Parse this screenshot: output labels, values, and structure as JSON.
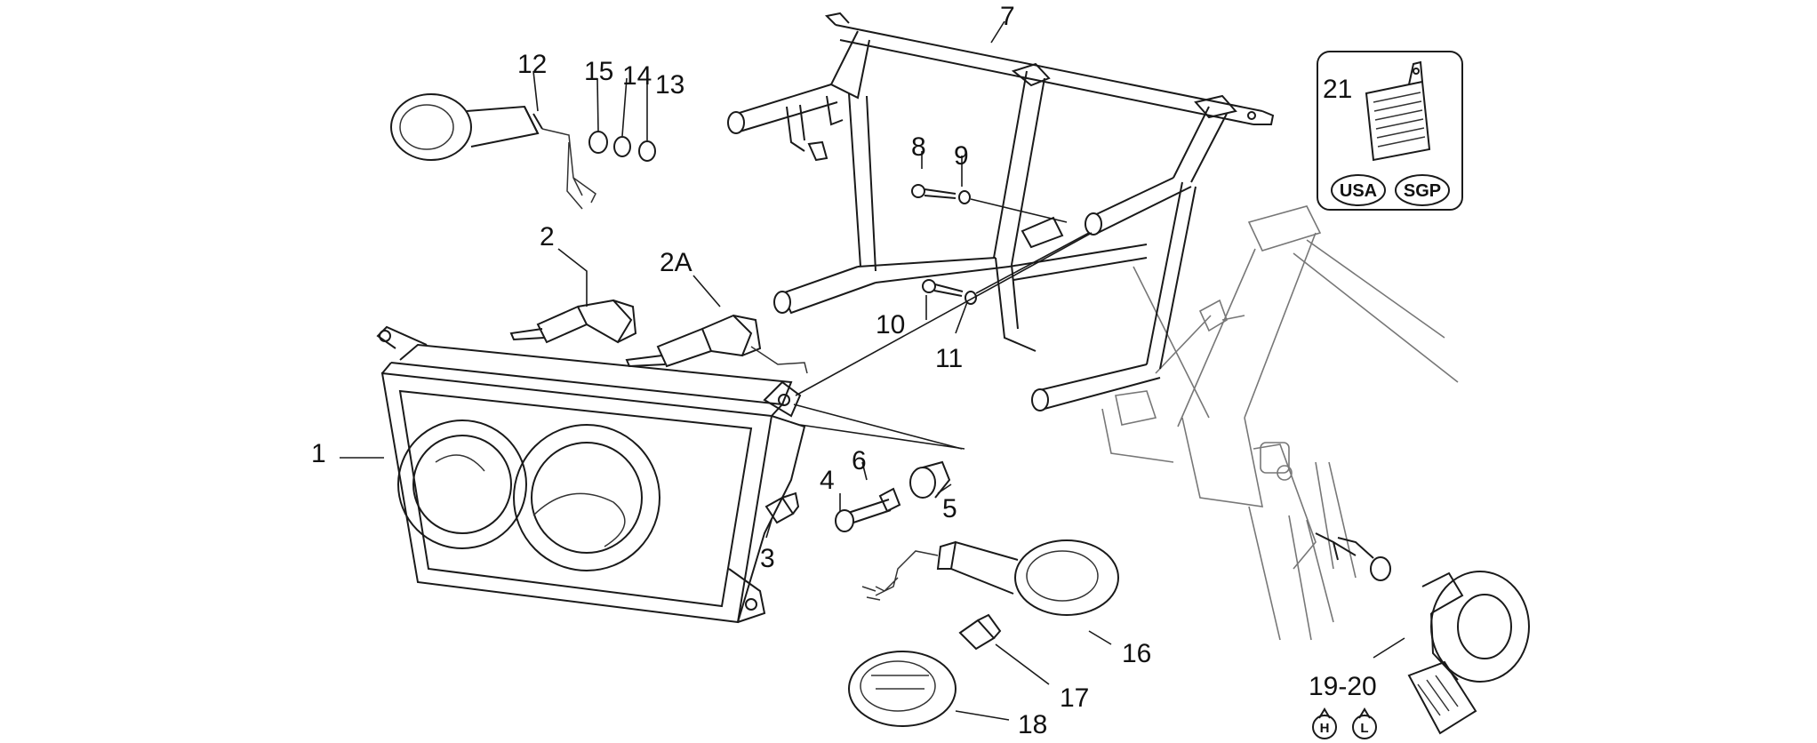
{
  "labels": {
    "l1": "1",
    "l2": "2",
    "l2a": "2A",
    "l3": "3",
    "l4": "4",
    "l5": "5",
    "l6": "6",
    "l7": "7",
    "l8": "8",
    "l9": "9",
    "l10": "10",
    "l11": "11",
    "l12": "12",
    "l13": "13",
    "l14": "14",
    "l15": "15",
    "l16": "16",
    "l17": "17",
    "l18": "18",
    "l1920": "19-20",
    "l21": "21"
  },
  "inset": {
    "badge_usa": "USA",
    "badge_sgp": "SGP"
  },
  "horn_variants": {
    "h": "H",
    "l": "L"
  }
}
